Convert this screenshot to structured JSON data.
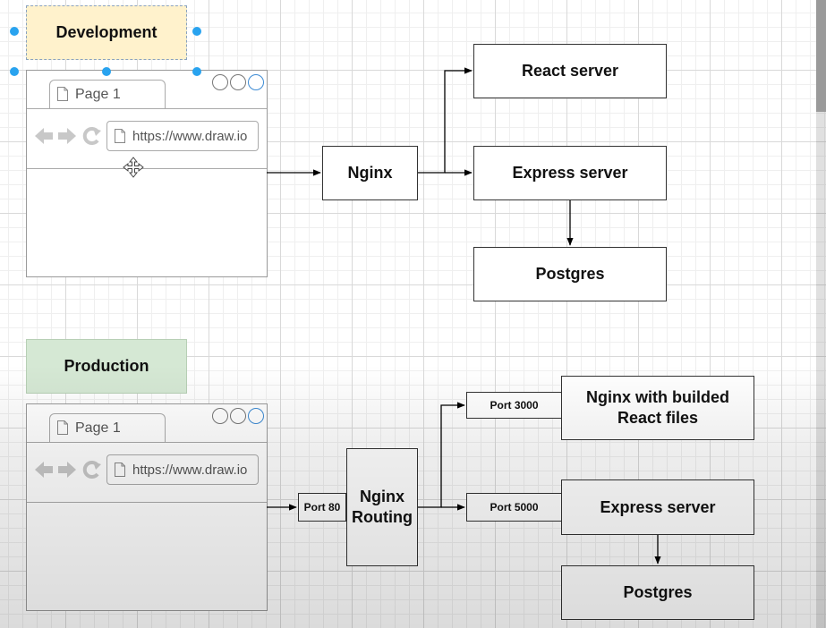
{
  "labels": {
    "development": "Development",
    "production": "Production"
  },
  "browser": {
    "tab_label": "Page 1",
    "url": "https://www.draw.io"
  },
  "development": {
    "nginx": "Nginx",
    "react_server": "React server",
    "express_server": "Express server",
    "postgres": "Postgres"
  },
  "production": {
    "port_80": "Port 80",
    "nginx_routing": "Nginx Routing",
    "port_3000": "Port 3000",
    "nginx_react": "Nginx with builded React files",
    "port_5000": "Port 5000",
    "express_server": "Express server",
    "postgres": "Postgres"
  },
  "colors": {
    "development_label_fill": "#fff2cc",
    "production_label_fill": "#d5e8d4",
    "selection_handle": "#29a3ef",
    "edge": "#000000"
  },
  "icons": [
    "page-icon",
    "back-arrow-icon",
    "forward-arrow-icon",
    "refresh-icon",
    "move-cursor-icon",
    "window-circle-icon"
  ]
}
